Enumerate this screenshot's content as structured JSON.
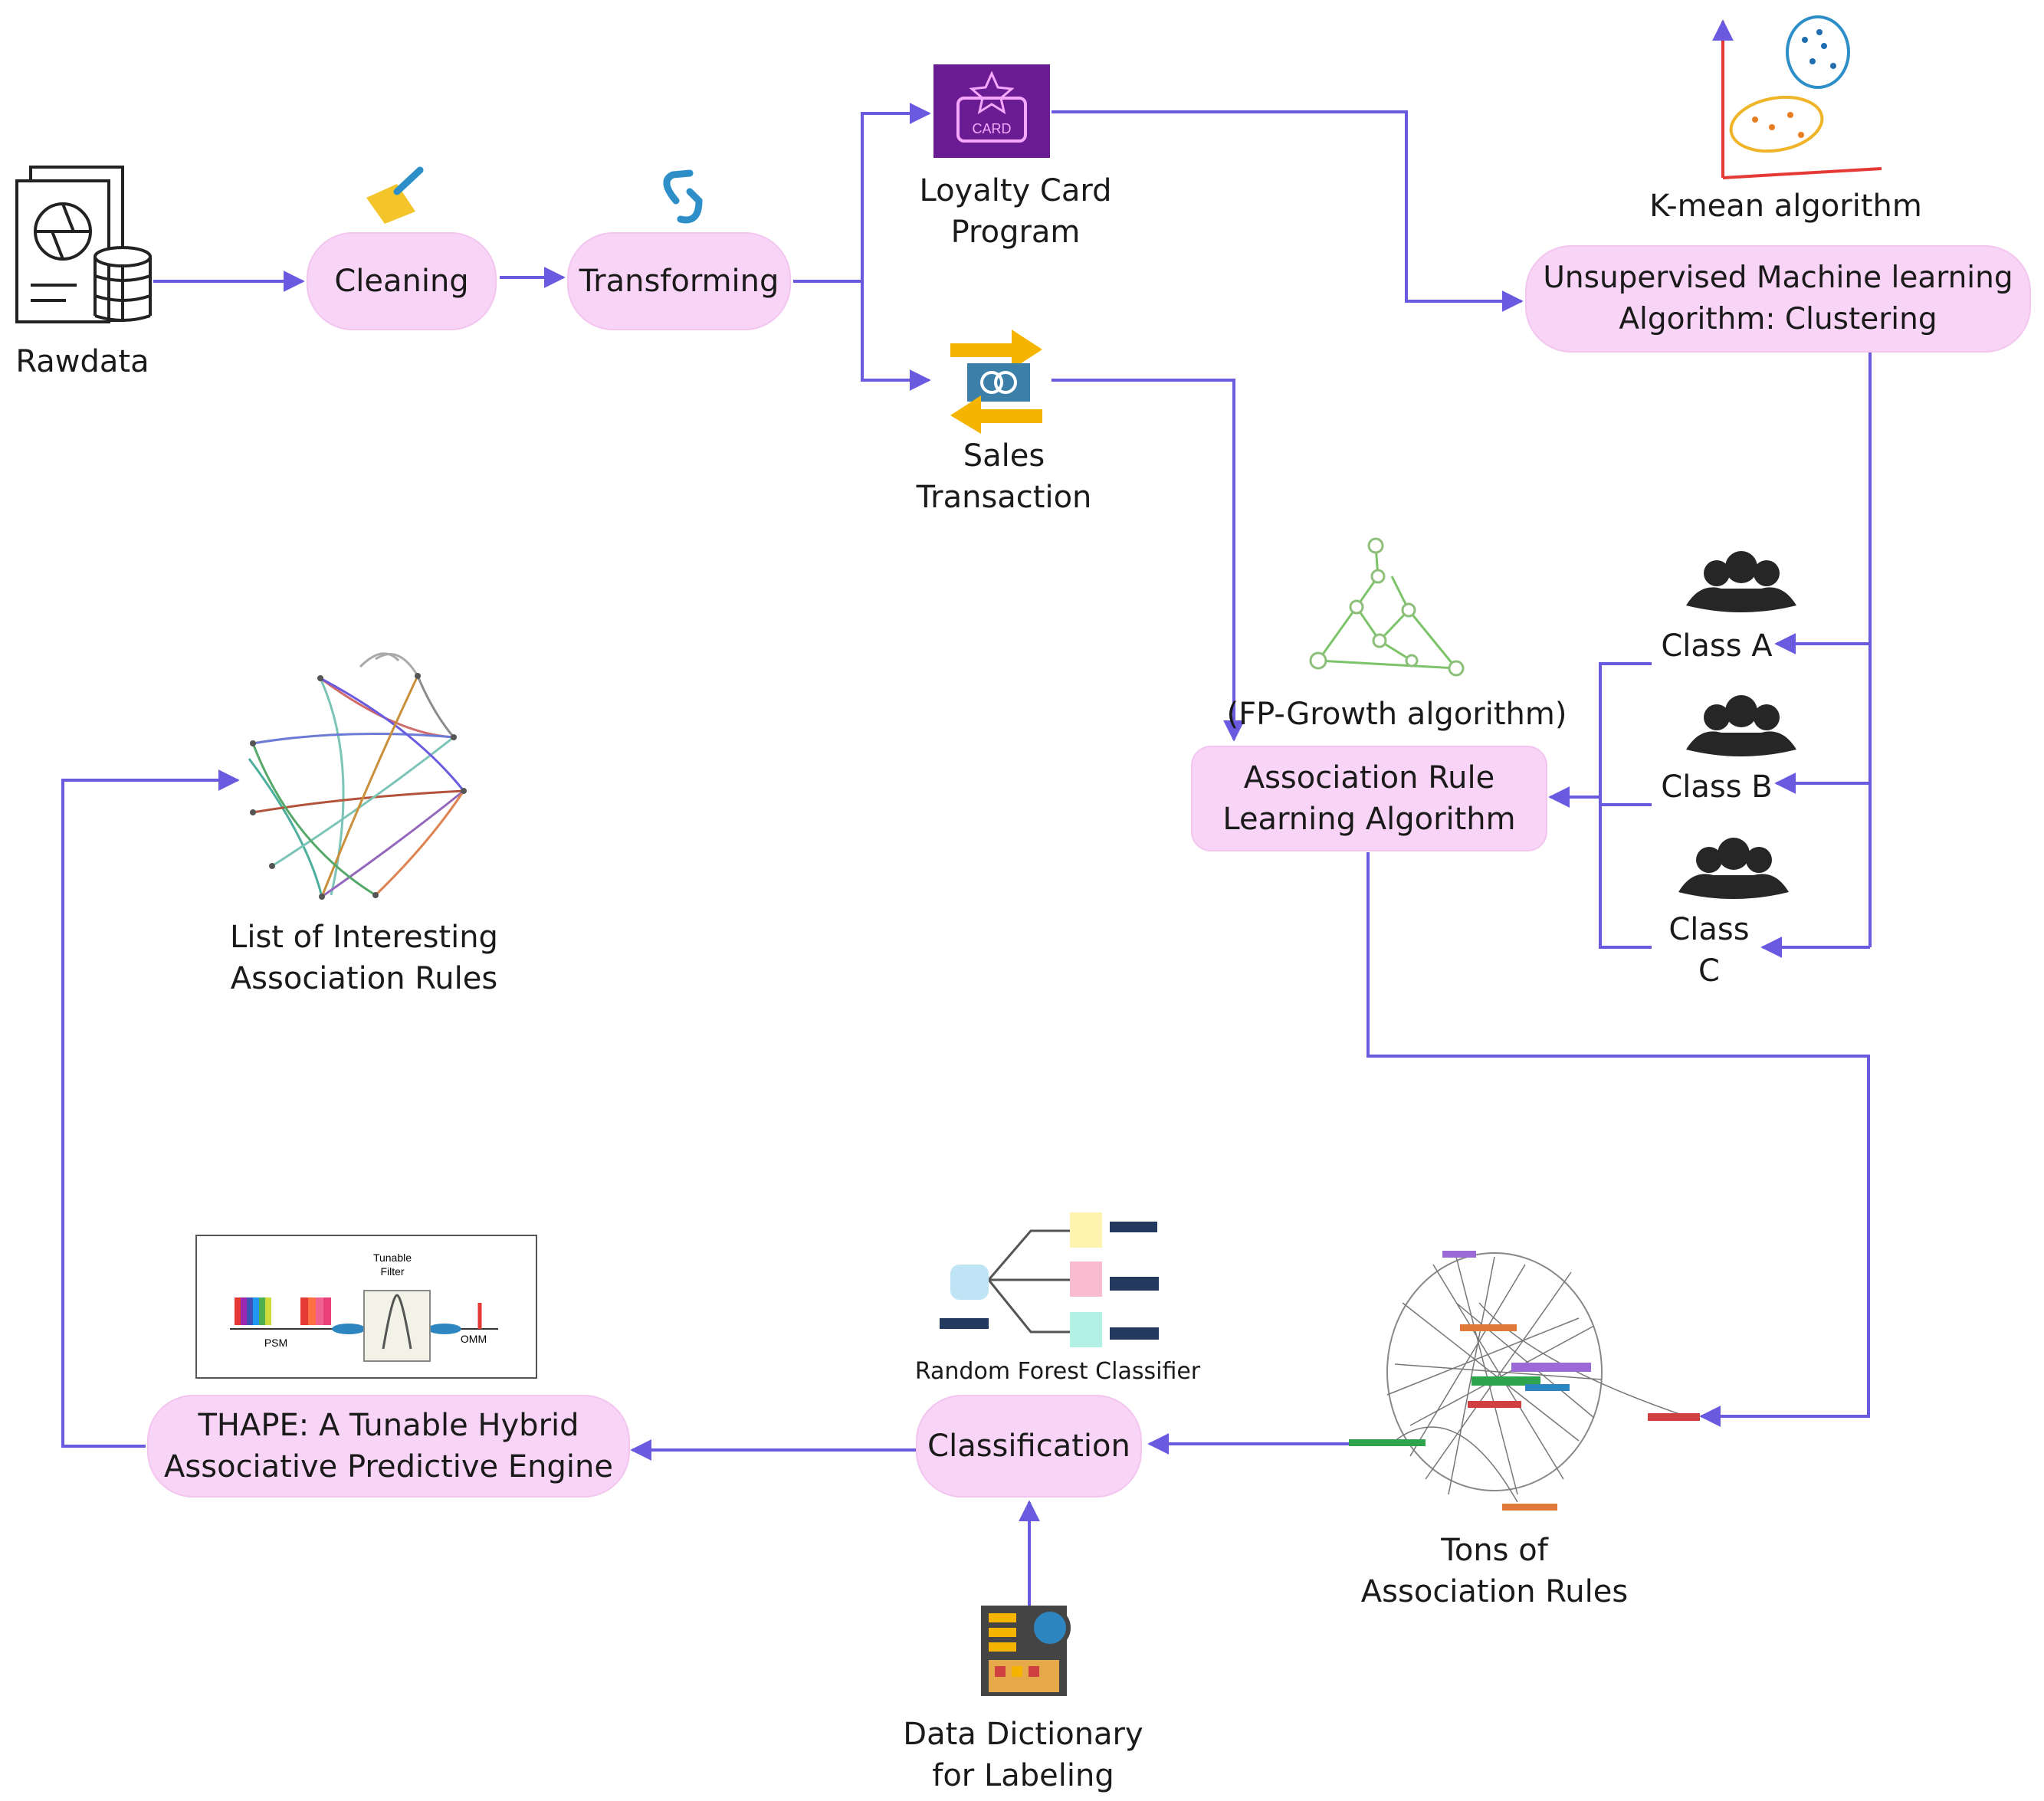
{
  "nodes": {
    "rawdata": {
      "label": "Rawdata"
    },
    "cleaning": {
      "label": "Cleaning"
    },
    "transforming": {
      "label": "Transforming"
    },
    "loyalty": {
      "label_line1": "Loyalty Card",
      "label_line2": "Program",
      "card_text": "CARD"
    },
    "sales": {
      "label_line1": "Sales",
      "label_line2": "Transaction"
    },
    "kmeans": {
      "label": "K-mean algorithm"
    },
    "clustering": {
      "label_line1": "Unsupervised Machine learning",
      "label_line2": "Algorithm: Clustering"
    },
    "fpgrowth": {
      "label": "(FP-Growth algorithm)"
    },
    "association": {
      "label_line1": "Association Rule",
      "label_line2": "Learning Algorithm"
    },
    "class_a": {
      "label": "Class A"
    },
    "class_b": {
      "label": "Class B"
    },
    "class_c": {
      "label_line1": "Class",
      "label_line2": "C"
    },
    "interesting": {
      "label_line1": "List of Interesting",
      "label_line2": "Association Rules"
    },
    "thape": {
      "label_line1": "THAPE: A Tunable Hybrid",
      "label_line2": "Associative Predictive Engine",
      "figure": {
        "top": "Tunable",
        "top2": "Filter",
        "left": "PSM",
        "right": "OMM"
      }
    },
    "random_forest": {
      "label": "Random Forest Classifier"
    },
    "classification": {
      "label": "Classification"
    },
    "tons": {
      "label_line1": "Tons of",
      "label_line2": "Association Rules"
    },
    "dictionary": {
      "label_line1": "Data Dictionary",
      "label_line2": "for Labeling"
    }
  },
  "colors": {
    "connector": "#6a5ae0",
    "pill_fill": "#f8d4f6",
    "loyalty_icon": "#6a1c93",
    "broom": "#f4c52a",
    "sync": "#2e8fc8"
  }
}
